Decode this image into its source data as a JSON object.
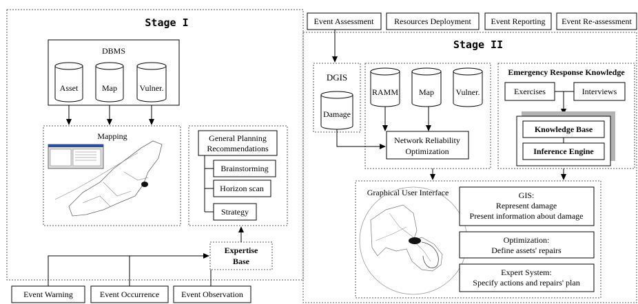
{
  "stage1": {
    "title": "Stage I",
    "dbms": {
      "label": "DBMS",
      "cylinders": [
        "Asset",
        "Map",
        "Vulner."
      ]
    },
    "mapping": {
      "label": "Mapping"
    },
    "planning": {
      "label_line1": "General Planning",
      "label_line2": "Recommendations",
      "items": [
        "Brainstorming",
        "Horizon scan",
        "Strategy"
      ]
    },
    "expertise": {
      "line1": "Expertise",
      "line2": "Base"
    },
    "events": [
      "Event Warning",
      "Event Occurrence",
      "Event Observation"
    ]
  },
  "stage2": {
    "title": "Stage II",
    "top_events": [
      "Event Assessment",
      "Resources Deployment",
      "Event Reporting",
      "Event Re-assessment"
    ],
    "dgis": {
      "label": "DGIS",
      "cylinder": "Damage"
    },
    "cylinders": [
      "RAMM",
      "Map",
      "Vulner."
    ],
    "network": {
      "line1": "Network Reliability",
      "line2": "Optimization"
    },
    "erk": {
      "title": "Emergency Response Knowledge",
      "exercises": "Exercises",
      "interviews": "Interviews",
      "knowledge_base": "Knowledge Base",
      "inference_engine": "Inference Engine"
    },
    "gui": {
      "label": "Graphical User Interface",
      "gis": {
        "line1": "GIS:",
        "line2": "Represent damage",
        "line3": "Present information about damage"
      },
      "optimization": {
        "line1": "Optimization:",
        "line2": "Define assets' repairs"
      },
      "expert": {
        "line1": "Expert System:",
        "line2": "Specify actions and repairs' plan"
      }
    }
  }
}
